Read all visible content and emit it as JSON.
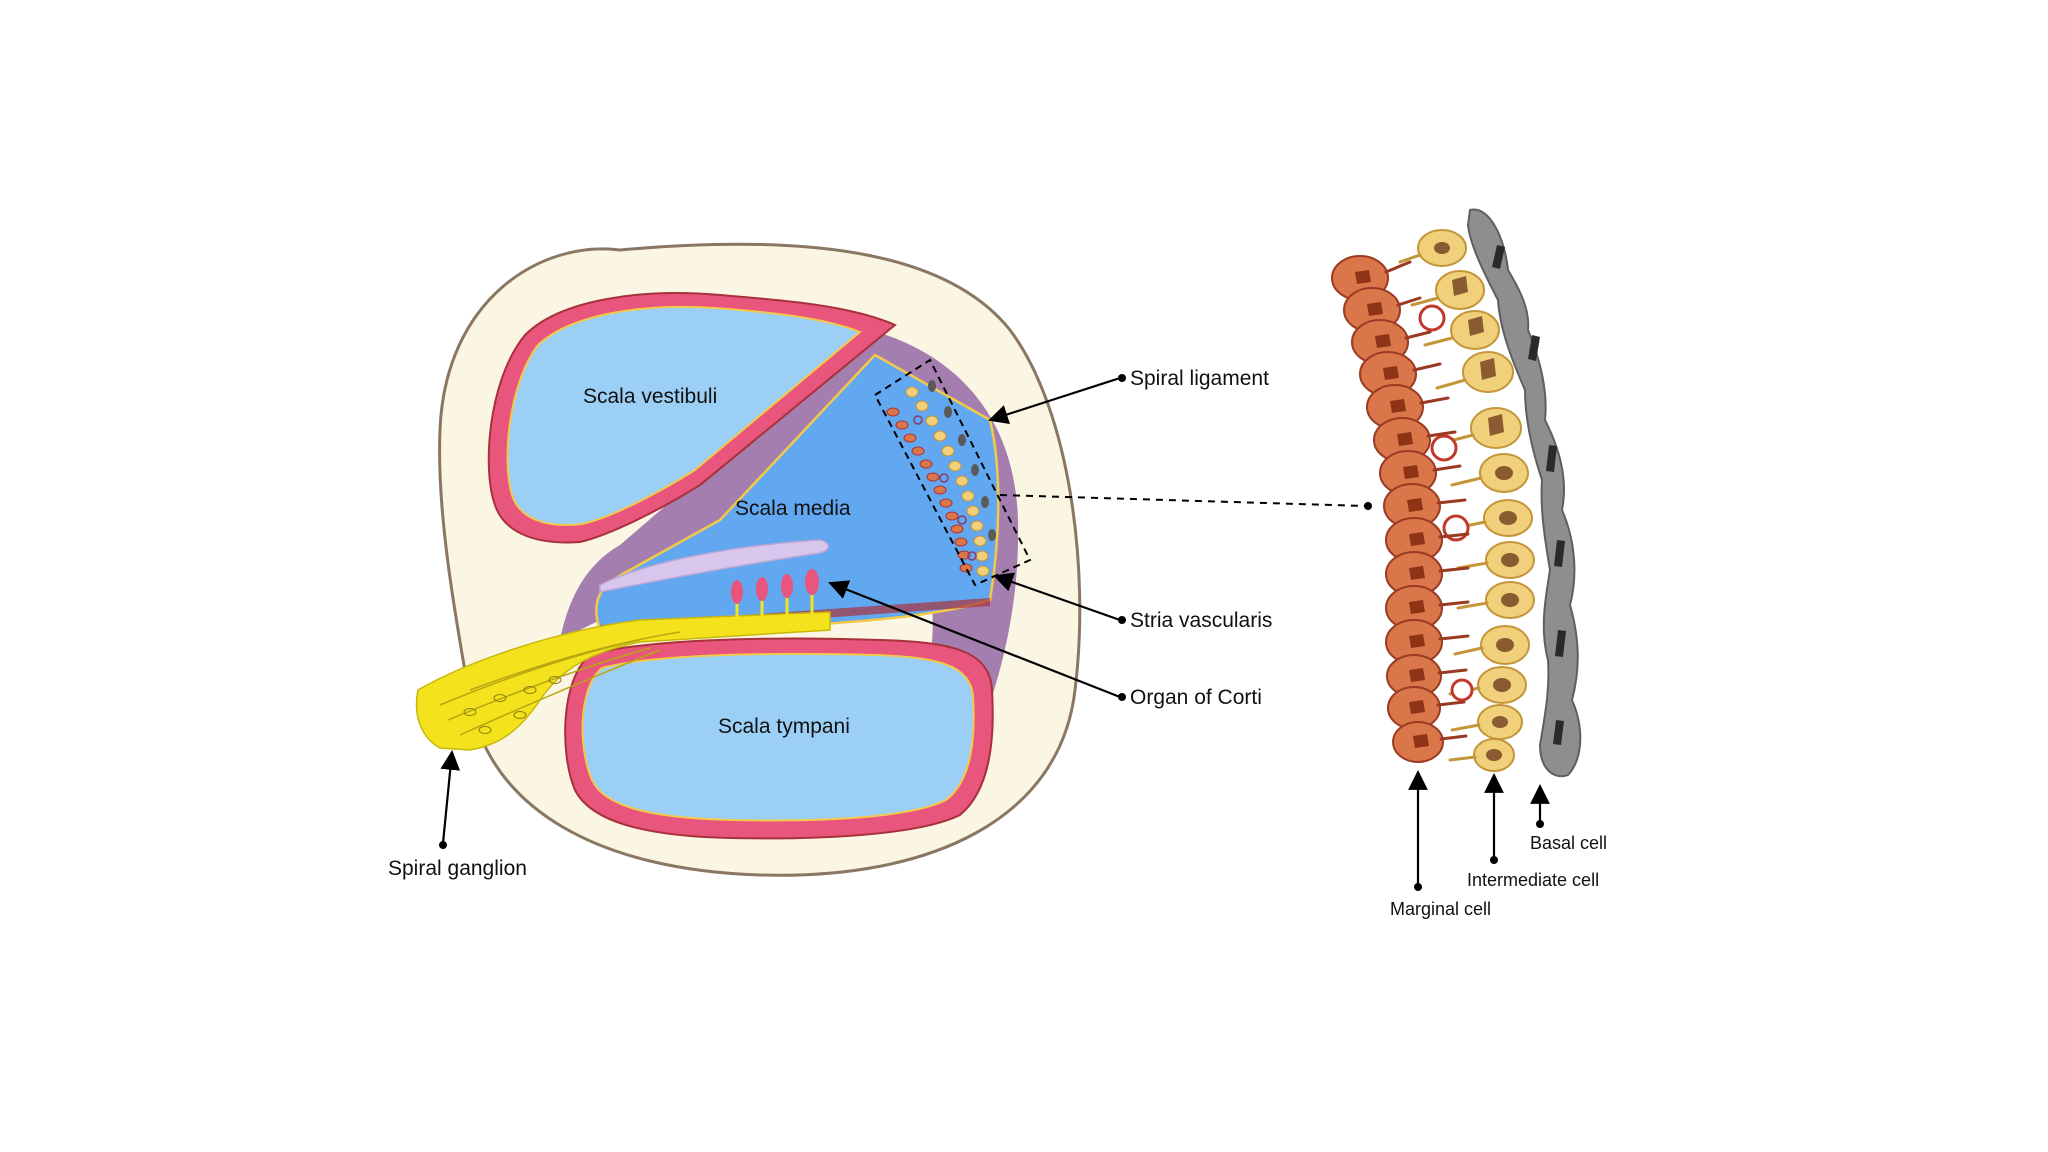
{
  "labels": {
    "scala_vestibuli": "Scala vestibuli",
    "scala_media": "Scala media",
    "scala_tympani": "Scala tympani",
    "spiral_ligament": "Spiral ligament",
    "stria_vascularis": "Stria vascularis",
    "organ_of_corti": "Organ of Corti",
    "spiral_ganglion": "Spiral ganglion",
    "basal_cell": "Basal cell",
    "intermediate_cell": "Intermediate cell",
    "marginal_cell": "Marginal cell"
  },
  "colors": {
    "bone": "#fbf6e4",
    "bone_outline": "#8a7763",
    "perilymph": "#9ccff6",
    "endolymph": "#62a8f0",
    "ligament": "#a47eae",
    "membrane_pink": "#e8557d",
    "membrane_dark": "#a8323a",
    "nerve": "#f3e21c",
    "tectorial": "#d8c6ec",
    "marginal_cell": "#d9774a",
    "intermediate_cell": "#f1d07c",
    "basal_cell": "#8e8e8e"
  }
}
